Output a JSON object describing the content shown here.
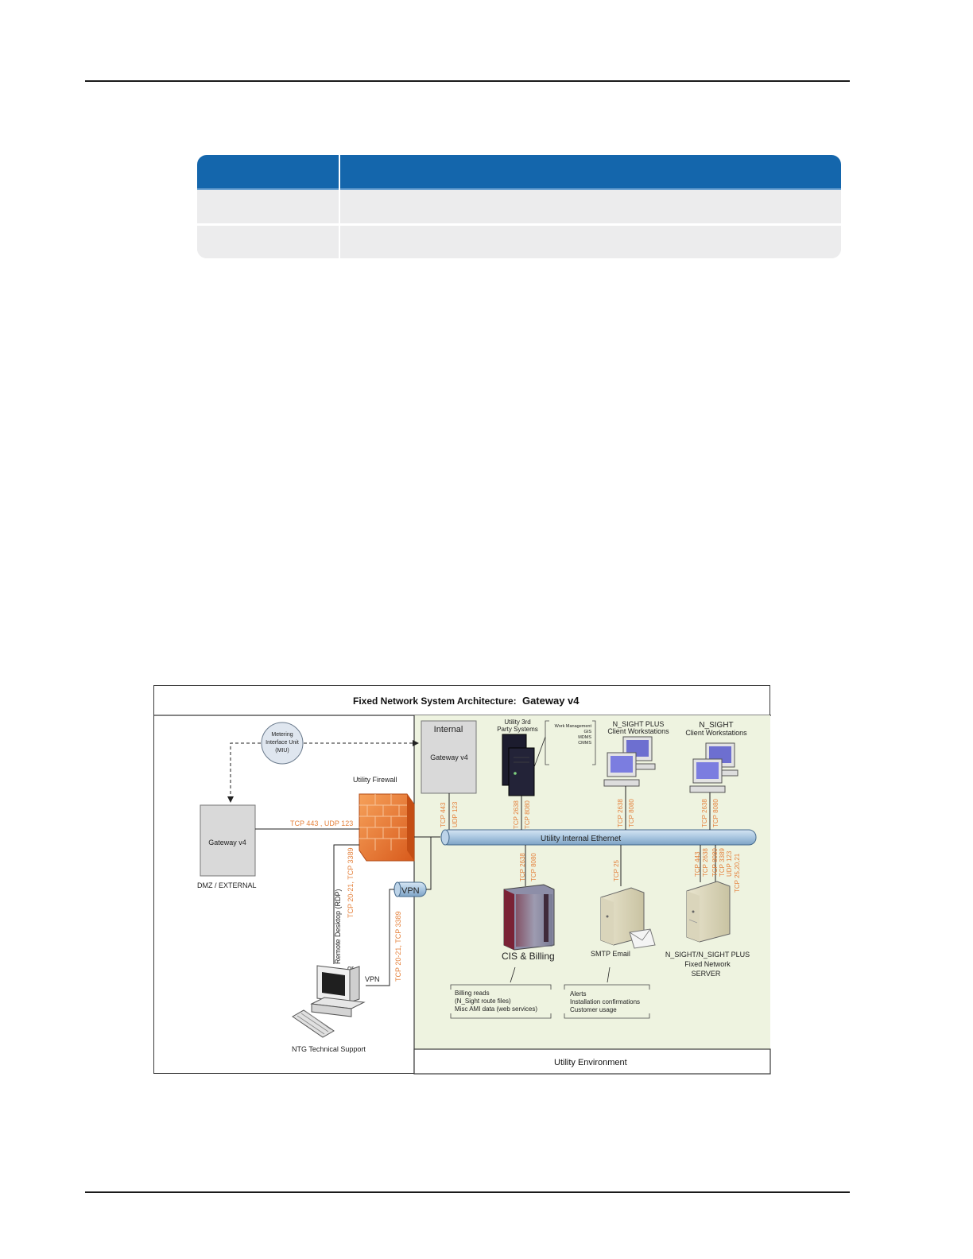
{
  "table": {
    "header": [
      "",
      ""
    ],
    "rows": [
      [
        "",
        ""
      ],
      [
        "",
        ""
      ]
    ]
  },
  "diagram": {
    "title_prefix": "Fixed Network System Architecture:",
    "title_suffix": "Gateway v4",
    "miu_lines": [
      "Metering",
      "Interface Unit",
      "(MIU)"
    ],
    "internal_label": "Internal",
    "gateway_internal": "Gateway v4",
    "gateway_dmz": "Gateway v4",
    "dmz_label": "DMZ /  EXTERNAL",
    "firewall_label": "Utility Firewall",
    "third_party_lines": [
      "Utility 3rd",
      "Party Systems"
    ],
    "work_mgmt_lines": [
      "Work Management",
      "GIS",
      "MDMS",
      "CMMS"
    ],
    "nsight_plus_ws_lines": [
      "N_SIGHT PLUS",
      "Client Workstations"
    ],
    "nsight_ws_lines": [
      "N_SIGHT",
      "Client Workstations"
    ],
    "ethernet_label": "Utility Internal Ethernet",
    "vpn_label": "VPN",
    "dmz_ports": "TCP 443  , UDP 123",
    "gw_ports": [
      "TCP 443",
      "UDP 123"
    ],
    "third_party_ports": [
      "TCP 2638",
      "TCP 8080"
    ],
    "nsp_ws_ports": [
      "TCP 2638",
      "TCP 8080"
    ],
    "ns_ws_ports": [
      "TCP 2638",
      "TCP 8080"
    ],
    "cis_ports": [
      "TCP 2638",
      "TCP 8080"
    ],
    "smtp_port": "TCP 25",
    "server_ports": [
      "TCP 443",
      "TCP 2638",
      "TCP 8080",
      "TCP 3389",
      "UDP 123",
      "TCP 25,20,21"
    ],
    "rdp_ports": "TCP 20-21,  TCP 3389",
    "vpn_ports": "TCP 20-21,  TCP 3389",
    "remote_desktop": "Remote Desktop (RDP)",
    "or_label": "or",
    "vpn_link_label": "VPN",
    "support_label": "NTG Technical Support",
    "cis_label": "CIS & Billing",
    "smtp_label": "SMTP Email",
    "server_lines": [
      "N_SIGHT/N_SIGHT PLUS",
      "Fixed Network",
      "SERVER"
    ],
    "billing_notes": [
      "Billing reads",
      "(N_Sight route files)",
      "Misc AMI data (web services)"
    ],
    "alerts_notes": [
      "Alerts",
      "Installation confirmations",
      "Customer usage"
    ],
    "utility_env": "Utility Environment",
    "colors": {
      "port_text": "#e4813c",
      "ethernet": "#a9c6e0",
      "utility_bg": "#eef3e0",
      "table_header": "#1466ac"
    }
  }
}
